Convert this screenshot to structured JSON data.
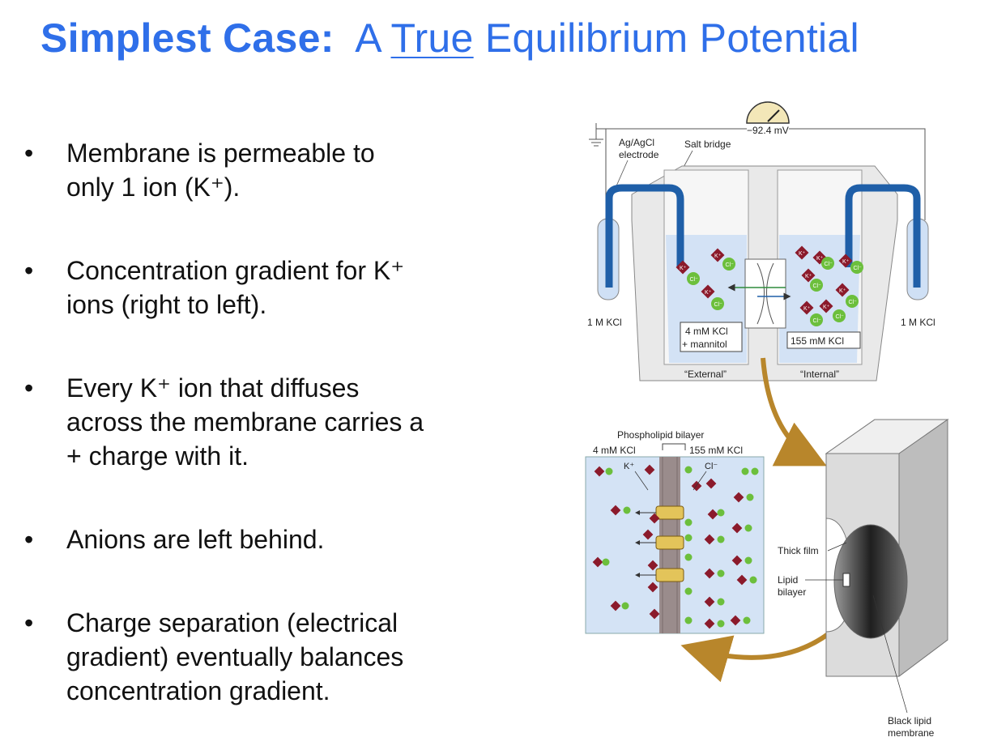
{
  "title": {
    "bold": "Simplest Case:",
    "pre": "A",
    "underlined": "True",
    "post": "Equilibrium Potential"
  },
  "bullets": [
    {
      "line1": "Membrane is  permeable to",
      "line2": "only 1 ion (K⁺).",
      "line3": ""
    },
    {
      "line1": "Concentration gradient for K⁺",
      "line2": "ions (right to left).",
      "line3": ""
    },
    {
      "line1": "Every K⁺ ion that diffuses",
      "line2": "across the membrane carries a",
      "line3": "+ charge with it."
    },
    {
      "line1": "Anions are left behind.",
      "line2": "",
      "line3": ""
    },
    {
      "line1": "Charge separation (electrical",
      "line2": "gradient) eventually balances",
      "line3": "concentration gradient."
    }
  ],
  "bullet_symbol": "•",
  "figure": {
    "voltmeter": "−92.4 mV",
    "electrode": [
      "Ag/AgCl",
      "electrode"
    ],
    "salt_bridge": "Salt bridge",
    "left_tube": "1 M KCl",
    "right_tube": "1 M KCl",
    "left_box": [
      "4 mM KCl",
      "+ mannitol"
    ],
    "right_box": "155 mM KCl",
    "external": "“External”",
    "internal": "“Internal”",
    "phospholipid": "Phospholipid bilayer",
    "left_conc": "4 mM KCl",
    "right_conc": "155 mM KCl",
    "k_label": "K⁺",
    "cl_label": "Cl⁻",
    "thick_film": "Thick film",
    "lipid_bilayer": [
      "Lipid",
      "bilayer"
    ],
    "black_lipid": [
      "Black lipid",
      "membrane"
    ],
    "ion_k": "K⁺",
    "ion_cl": "Cl⁻"
  },
  "colors": {
    "title": "#2f6fe9",
    "k_ion": "#8b1a2b",
    "cl_ion": "#6cbf3c",
    "solution": "#cfe0f5",
    "tube": "#1f5fa8",
    "arrow": "#b8862b"
  }
}
